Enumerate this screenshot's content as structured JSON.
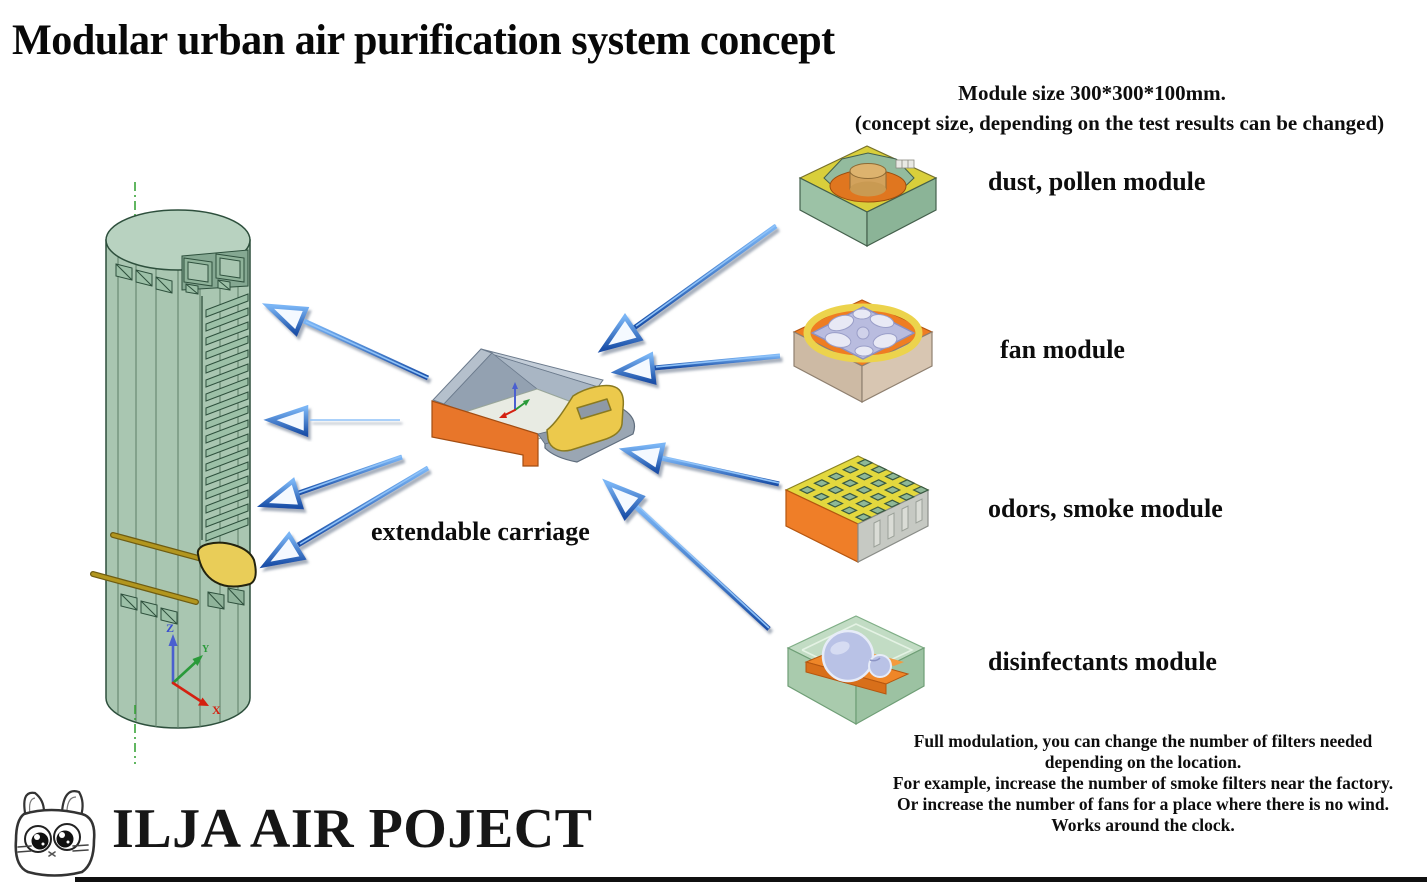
{
  "title": "Modular urban air purification system concept",
  "header_note": {
    "line1": "Module size 300*300*100mm.",
    "line2": "(concept size, depending on the test results can be changed)"
  },
  "carriage": {
    "label": "extendable carriage",
    "image_name": "extendable-carriage-render"
  },
  "tower": {
    "image_name": "purification-tower-render",
    "axis_labels": {
      "x": "X",
      "y": "Y",
      "z": "Z"
    }
  },
  "modules": [
    {
      "id": "dust-pollen",
      "label": "dust, pollen module"
    },
    {
      "id": "fan",
      "label": "fan module"
    },
    {
      "id": "odors-smoke",
      "label": "odors, smoke module"
    },
    {
      "id": "disinfectants",
      "label": "disinfectants module"
    }
  ],
  "footer_note": {
    "lines": [
      "Full modulation, you can change  the number of filters needed",
      "depending on the location.",
      "For example, increase the number of smoke filters near the factory.",
      "Or increase the number of fans for a place where there is no wind.",
      "Works around the clock."
    ]
  },
  "brand": {
    "name": "ILJA AIR POJECT",
    "logo": "cat-logo"
  },
  "colors": {
    "background": "#ffffff",
    "text": "#0d0d0d",
    "arrow_blue": "#2b7ae0",
    "arrow_blue_dark": "#1a4fa8",
    "arrow_blue_light": "#7ab5f5",
    "tower_green": "#a9c6b1",
    "tower_green_light": "#b8d2c0",
    "carriage_orange": "#e8762a",
    "handle_yellow": "#ecc94c",
    "dust_top_yellow": "#d9cf3b",
    "fan_top_orange": "#ef7d22",
    "fan_body_tan": "#cdbaa4",
    "fan_lavender": "#b9bcdf",
    "odors_top_yellow": "#e3d83e",
    "odors_front_orange": "#ef7e28",
    "disinfectant_green": "#b3d3b7",
    "bulb_lavender": "#b9c2e6",
    "rail_gold": "#a68c22",
    "axis_z": "#3a55d0",
    "axis_y": "#2a9a3a",
    "axis_x": "#d83020"
  }
}
